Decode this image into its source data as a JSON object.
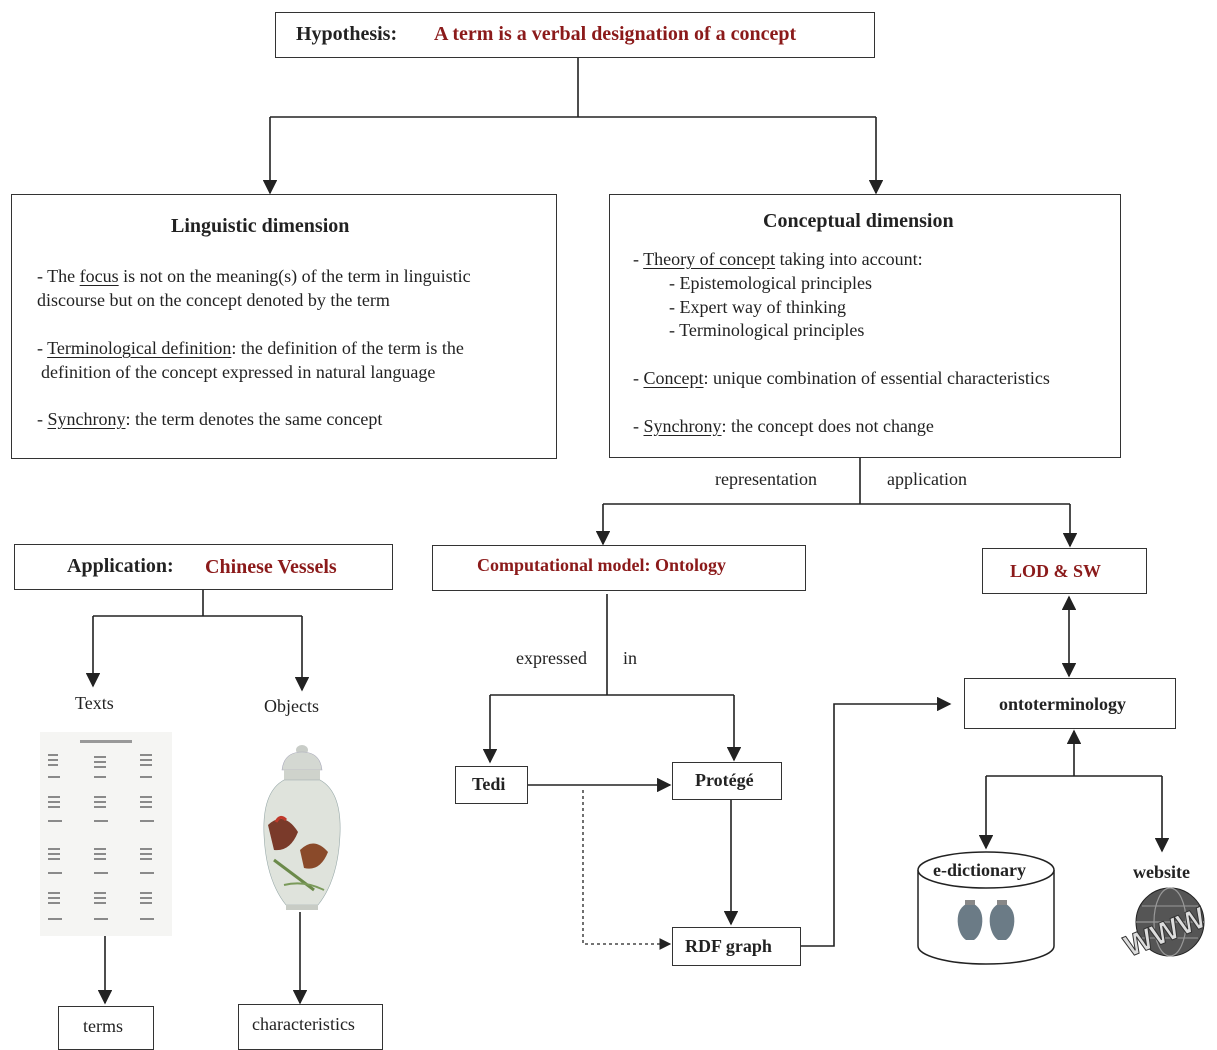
{
  "hypothesis": {
    "label": "Hypothesis:",
    "text": "A term is a verbal designation of a concept"
  },
  "linguistic": {
    "title": "Linguistic dimension",
    "p1_a": "- The ",
    "p1_u": "focus",
    "p1_b": " is not on the meaning(s) of the term in linguistic",
    "p1_c": "discourse but on the concept denoted by the term",
    "p2_a": "- ",
    "p2_u": "Terminological definition",
    "p2_b": ": the definition of the term is the",
    "p2_c": "definition of the concept expressed in natural language",
    "p3_a": "- ",
    "p3_u": "Synchrony",
    "p3_b": ": the term denotes the same concept"
  },
  "conceptual": {
    "title": "Conceptual dimension",
    "p1_a": "- ",
    "p1_u": "Theory of concept",
    "p1_b": " taking into account:",
    "bullets": [
      "- Epistemological principles",
      "- Expert way of thinking",
      "- Terminological principles"
    ],
    "p2_a": "- ",
    "p2_u": "Concept",
    "p2_b": ": unique combination of essential characteristics",
    "p3_a": "- ",
    "p3_u": "Synchrony",
    "p3_b": ": the concept does not change"
  },
  "labels": {
    "representation": "representation",
    "application": "application",
    "expressed": "expressed",
    "in": "in"
  },
  "application": {
    "label": "Application:",
    "value": "Chinese Vessels"
  },
  "computational": "Computational model: Ontology",
  "lod": "LOD & SW",
  "texts": "Texts",
  "objects": "Objects",
  "terms": "terms",
  "characteristics": "characteristics",
  "tedi": "Tedi",
  "protege": "Protégé",
  "rdf": "RDF graph",
  "ontoterminology": "ontoterminology",
  "edictionary": "e-dictionary",
  "website": "website",
  "www_text": "WWW",
  "colors": {
    "accent_red": "#8b1a1a",
    "line": "#222222"
  }
}
